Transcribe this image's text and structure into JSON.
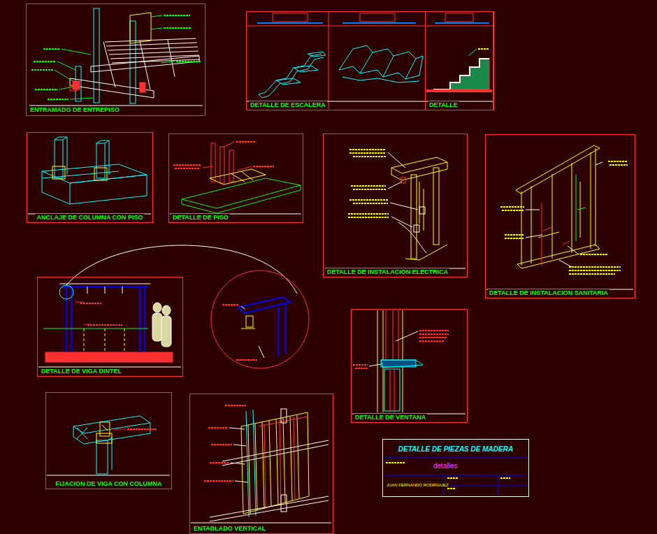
{
  "diagram": {
    "nodes": [
      {
        "text": [
          "ENTRAMADO DE ENTREPISO"
        ]
      },
      {
        "text": [
          "DETALLE DE ESCALERA"
        ]
      },
      {
        "text": [
          "DETALLE"
        ],
        "in": 1
      },
      {
        "text": [
          "ANCLAJE DE COLUMNA CON PISO"
        ]
      },
      {
        "text": [
          "DETALLE DE PISO"
        ]
      },
      {
        "text": [
          "DETALLE DE INSTALACION ELECTRICA"
        ]
      },
      {
        "text": [
          "DETALLE DE INSTALACION SANITARIA"
        ]
      },
      {
        "text": [
          "DETALLE DE VIGA DINTEL"
        ]
      },
      {
        "text": [
          "DETALLE DE VENTANA"
        ]
      },
      {
        "text": [
          "FIJACION DE VIGA CON COLUMNA"
        ]
      },
      {
        "text": [
          "ENTABLADO VERTICAL"
        ]
      },
      {
        "text": [
          "DETALLE DE PIEZAS DE MADERA",
          "detalles",
          "JUAN FERNANDO RODRIGUEZ"
        ]
      }
    ]
  }
}
